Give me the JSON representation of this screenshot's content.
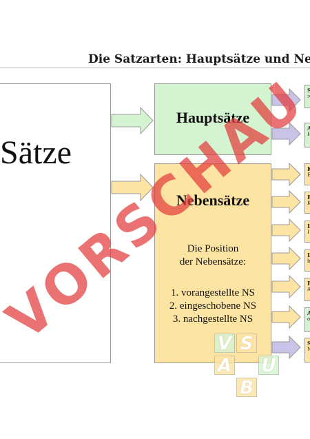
{
  "title": "Die Satzarten: Hauptsätze und Ne",
  "main_label": "Sätze",
  "haupt": {
    "title": "Hauptsätze"
  },
  "neben": {
    "title": "Nebensätze",
    "position_heading_1": "Die Position",
    "position_heading_2": "der Nebensätze:",
    "items": [
      "1. vorangestellte NS",
      "2. eingeschobene NS",
      "3. nachgestellte NS"
    ]
  },
  "side_boxes": [
    {
      "head": "S",
      "sub": ">"
    },
    {
      "head": "A",
      "sub": "H"
    },
    {
      "head": "K",
      "sub": "E"
    },
    {
      "head": "R",
      "sub": "K"
    },
    {
      "head": "L",
      "sub": "I"
    },
    {
      "head": "L",
      "sub": "b"
    },
    {
      "head": "F",
      "sub": "A"
    },
    {
      "head": "A",
      "sub": "o"
    },
    {
      "head": "S",
      "sub": "N"
    }
  ],
  "watermark": "VORSCHAU",
  "logo_letters": [
    "V",
    "S",
    "A",
    "U",
    "B"
  ],
  "colors": {
    "green": "#d4f3d0",
    "orange": "#fde4a3",
    "purple": "#c9c3e8",
    "watermark": "#e23c3c"
  }
}
